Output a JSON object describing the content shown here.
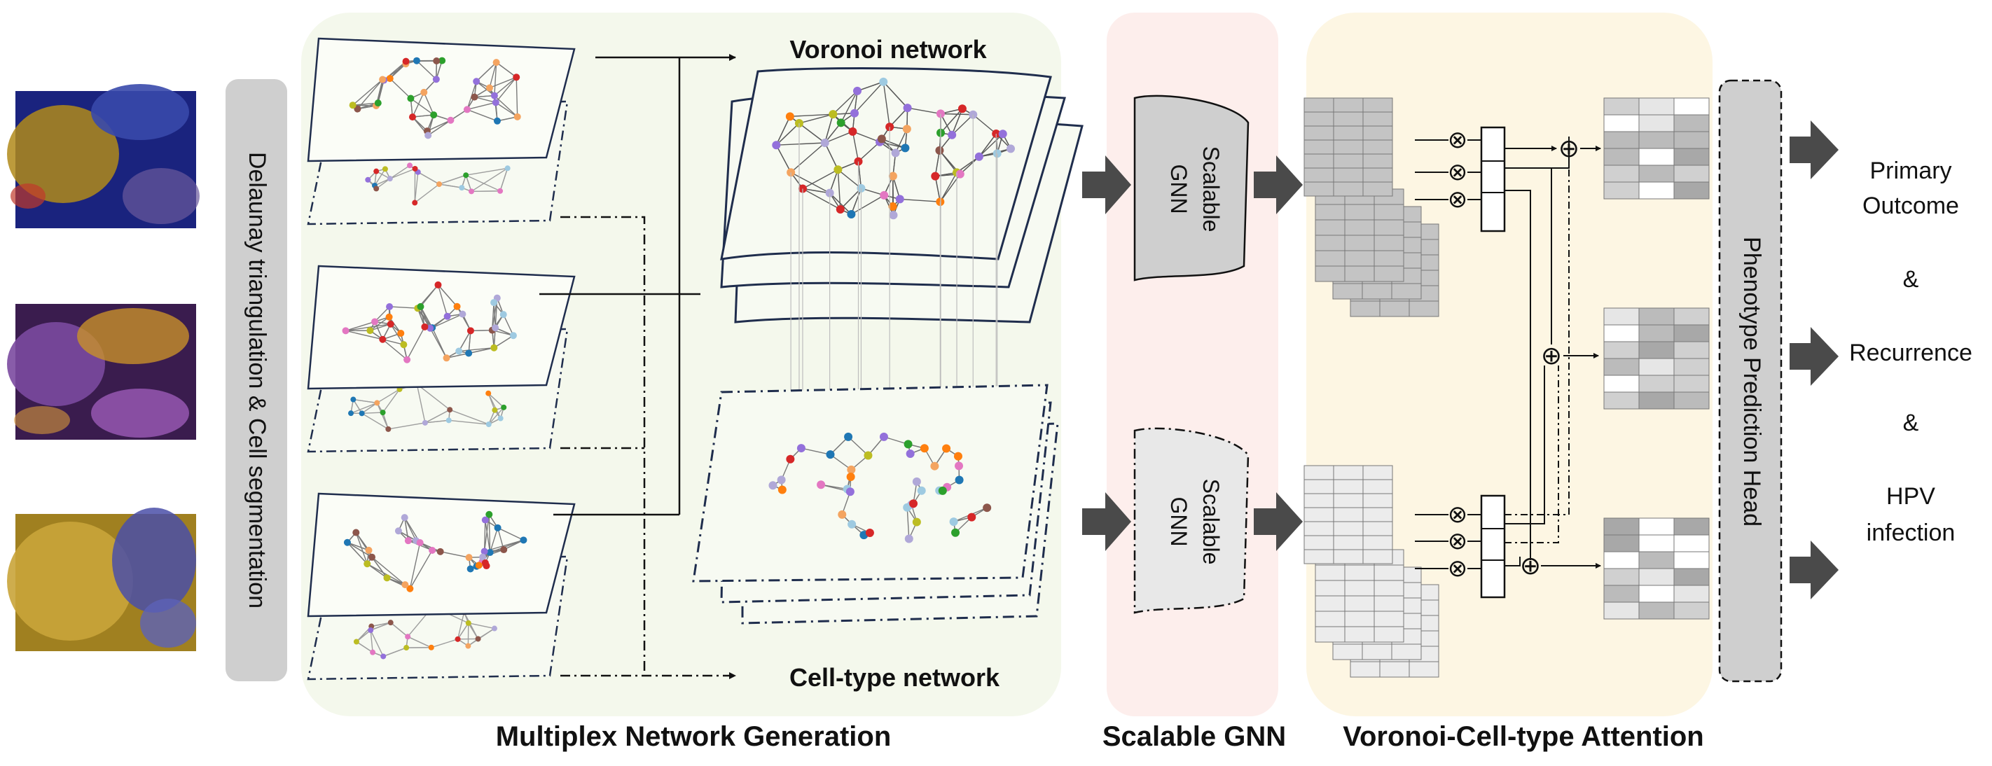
{
  "left_bar": {
    "label": "Delaunay triangulation & Cell segmentation"
  },
  "network_labels": {
    "voronoi": "Voronoi network",
    "cell_type": "Cell-type network"
  },
  "gnn": {
    "label_line1": "Scalable",
    "label_line2": "GNN"
  },
  "head": {
    "label": "Phenotype Prediction Head"
  },
  "outcomes": {
    "primary_line1": "Primary",
    "primary_line2": "Outcome",
    "and1": "&",
    "recurrence": "Recurrence",
    "and2": "&",
    "hpv_line1": "HPV",
    "hpv_line2": "infection"
  },
  "section_titles": {
    "generation": "Multiplex Network Generation",
    "gnn": "Scalable GNN",
    "attention": "Voronoi-Cell-type Attention"
  },
  "symbols": {
    "multiply": "⊗",
    "add": "⊕"
  },
  "colors": {
    "generation_bg": "#f4f8ec",
    "gnn_bg": "#fdeeec",
    "attention_bg": "#fdf6e3",
    "side_bar": "#cfcfcf",
    "arrow": "#4a4a4a",
    "layer_edge": "#1f2d4d",
    "node_palette": [
      "#f4a460",
      "#9370db",
      "#e377c2",
      "#d62728",
      "#1f77b4",
      "#8c564b",
      "#bcbd22",
      "#ff7f0e",
      "#b0a8d8",
      "#2ca02c",
      "#9ecae1"
    ]
  }
}
